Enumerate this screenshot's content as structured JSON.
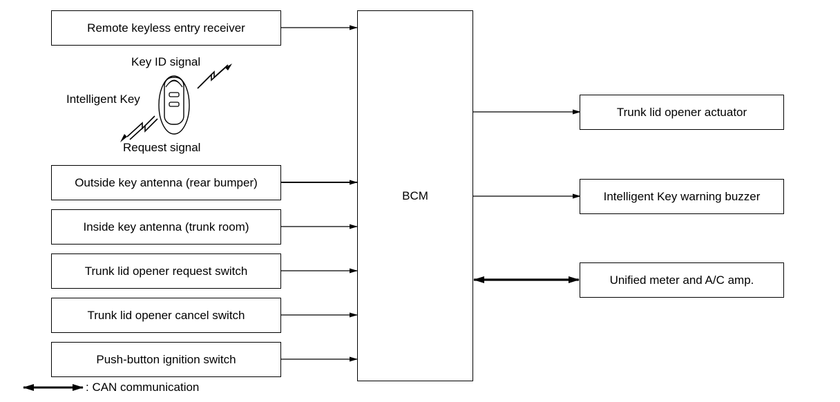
{
  "inputs": {
    "remote_keyless_entry_receiver": "Remote keyless entry receiver",
    "outside_key_antenna": "Outside key antenna (rear bumper)",
    "inside_key_antenna": "Inside key antenna (trunk room)",
    "trunk_lid_opener_request_switch": "Trunk lid opener request switch",
    "trunk_lid_opener_cancel_switch": "Trunk lid opener cancel switch",
    "push_button_ignition_switch": "Push-button ignition switch"
  },
  "intelligent_key": {
    "name": "Intelligent Key",
    "key_id_signal": "Key ID signal",
    "request_signal": "Request signal"
  },
  "controller": {
    "name": "BCM"
  },
  "outputs": {
    "trunk_lid_opener_actuator": "Trunk lid opener actuator",
    "intelligent_key_warning_buzzer": "Intelligent Key warning buzzer",
    "unified_meter": "Unified meter and A/C amp."
  },
  "legend": {
    "can_communication": ": CAN communication"
  }
}
